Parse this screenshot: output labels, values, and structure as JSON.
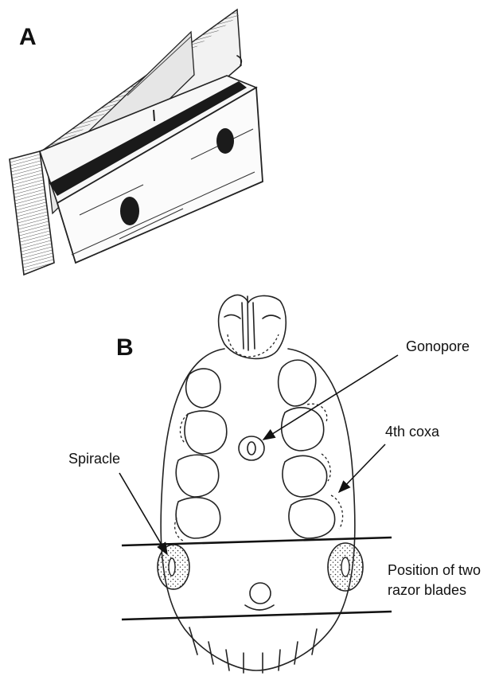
{
  "panels": {
    "a": {
      "letter": "A"
    },
    "b": {
      "letter": "B"
    }
  },
  "labels": {
    "gonopore": "Gonopore",
    "fourth_coxa": "4th coxa",
    "spiracle": "Spiracle",
    "position_line1": "Position of two",
    "position_line2": "razor blades"
  }
}
